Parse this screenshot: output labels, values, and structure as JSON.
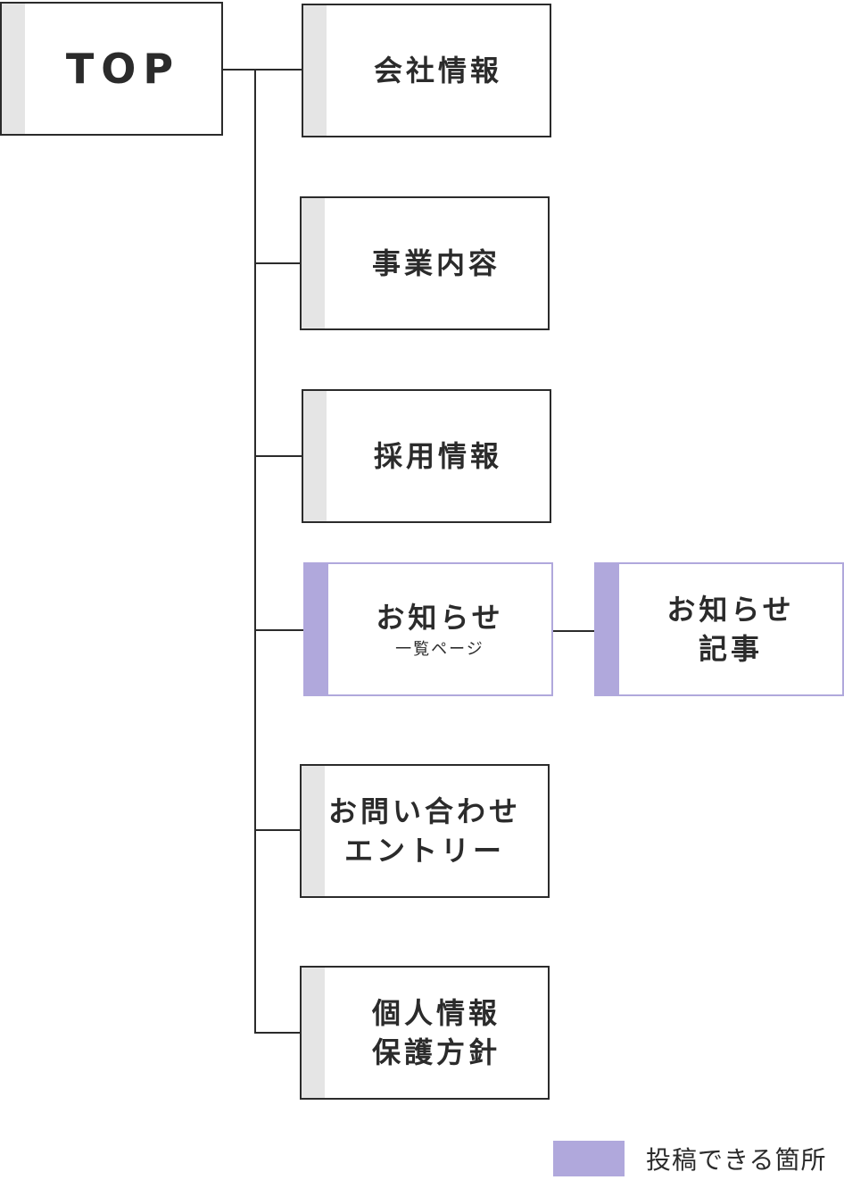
{
  "nodes": {
    "top": {
      "label": "TOP"
    },
    "company": {
      "label": "会社情報"
    },
    "business": {
      "label": "事業内容"
    },
    "recruit": {
      "label": "採用情報"
    },
    "news_list": {
      "label": "お知らせ",
      "sublabel": "一覧ページ"
    },
    "news_article": {
      "lines": [
        "お知らせ",
        "記事"
      ]
    },
    "contact": {
      "lines": [
        "お問い合わせ",
        "エントリー"
      ]
    },
    "privacy": {
      "lines": [
        "個人情報",
        "保護方針"
      ]
    }
  },
  "legend": {
    "label": "投稿できる箇所",
    "color": "#b0a8dc"
  },
  "colors": {
    "postable_accent": "#b0a8dc",
    "default_stripe": "#e5e5e5",
    "line": "#2b2b2b"
  }
}
